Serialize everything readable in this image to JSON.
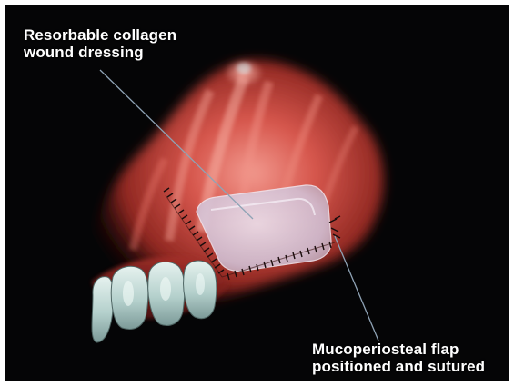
{
  "labels": {
    "dressing": {
      "line1": "Resorbable collagen",
      "line2": "wound dressing"
    },
    "flap": {
      "line1": "Mucoperiosteal flap",
      "line2": "positioned and sutured"
    }
  },
  "colors": {
    "background": "#050506",
    "tissue": "#c2403a",
    "tissue_highlight": "#f08a80",
    "dressing": "#d9cfe3",
    "teeth": "#bcd6d2",
    "leader_line": "#8fa3b5",
    "suture": "#1a0c0c",
    "text": "#ffffff"
  }
}
